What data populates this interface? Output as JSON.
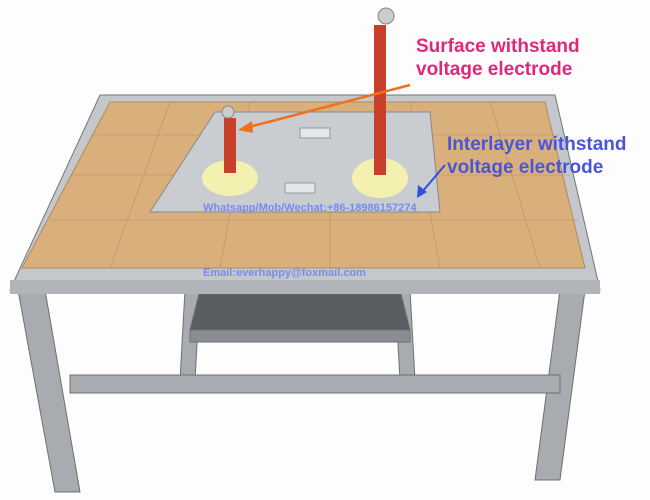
{
  "labels": {
    "surface_line1": "Surface withstand",
    "surface_line2": "voltage electrode",
    "interlayer_line1": "Interlayer withstand",
    "interlayer_line2": "voltage electrode"
  },
  "watermarks": {
    "phone": "Whatsapp/Mob/Wechat:+86-18986157274",
    "email": "Email:everhappy@foxmail.com"
  },
  "colors": {
    "surface_label": "#e0287a",
    "interlayer_label": "#4a55d8",
    "arrow_orange": "#f07020",
    "arrow_blue": "#3050e0",
    "mat": "#d9b07c",
    "electrode_rod": "#c8402a"
  }
}
